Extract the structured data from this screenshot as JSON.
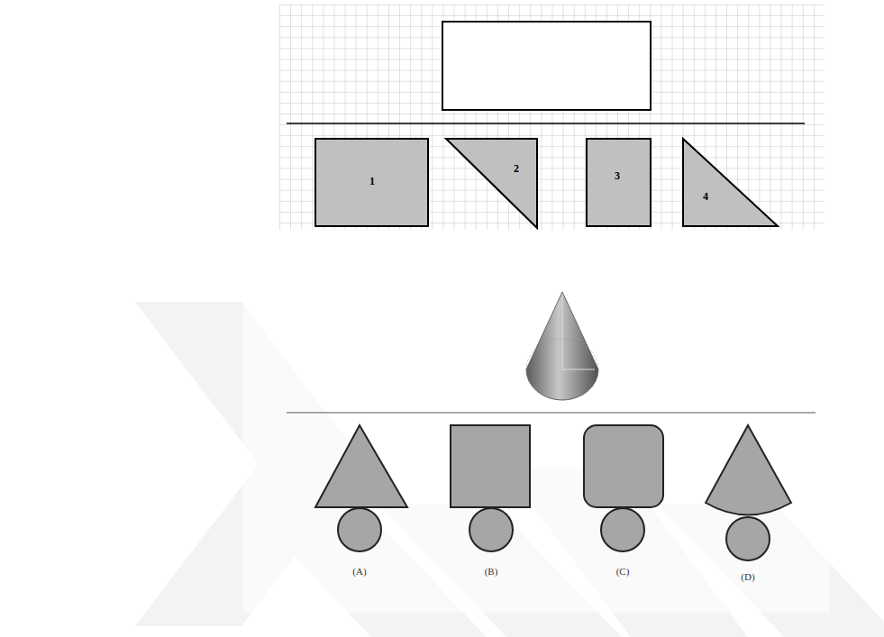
{
  "diagram": {
    "nodes": [
      {
        "text": [
          "1"
        ]
      },
      {
        "text": [
          "2"
        ]
      },
      {
        "text": [
          "3"
        ]
      },
      {
        "text": [
          "4"
        ]
      }
    ],
    "labels": [
      "(A)",
      "(B)",
      "(C)",
      "(D)"
    ]
  }
}
